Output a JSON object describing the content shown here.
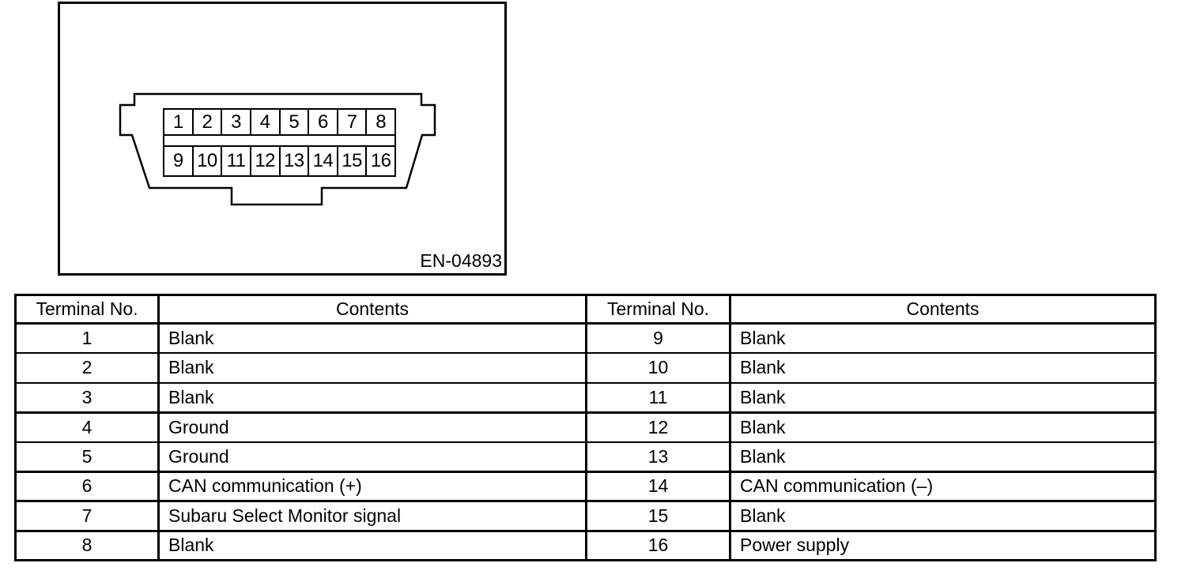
{
  "diagram": {
    "figure_id": "EN-04893",
    "pins_row1": [
      "1",
      "2",
      "3",
      "4",
      "5",
      "6",
      "7",
      "8"
    ],
    "pins_row2": [
      "9",
      "10",
      "11",
      "12",
      "13",
      "14",
      "15",
      "16"
    ]
  },
  "table": {
    "headers": [
      "Terminal No.",
      "Contents",
      "Terminal No.",
      "Contents"
    ],
    "rows": [
      {
        "cells": [
          "1",
          "Blank",
          "9",
          "Blank"
        ]
      },
      {
        "cells": [
          "2",
          "Blank",
          "10",
          "Blank"
        ]
      },
      {
        "cells": [
          "3",
          "Blank",
          "11",
          "Blank"
        ]
      },
      {
        "cells": [
          "4",
          "Ground",
          "12",
          "Blank"
        ]
      },
      {
        "cells": [
          "5",
          "Ground",
          "13",
          "Blank"
        ]
      },
      {
        "cells": [
          "6",
          "CAN communication (+)",
          "14",
          "CAN communication (–)"
        ]
      },
      {
        "cells": [
          "7",
          "Subaru Select Monitor signal",
          "15",
          "Blank"
        ]
      },
      {
        "cells": [
          "8",
          "Blank",
          "16",
          "Power supply"
        ]
      }
    ]
  },
  "colors": {
    "ink": "#000000",
    "paper": "#ffffff"
  }
}
